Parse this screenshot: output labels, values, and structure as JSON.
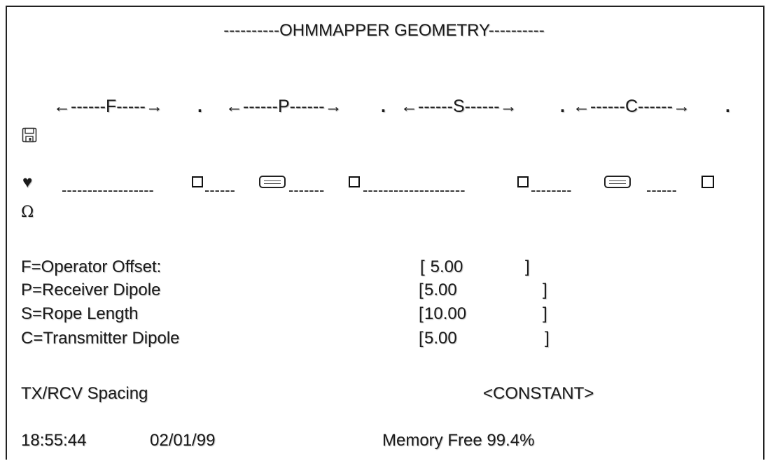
{
  "title": "----------OHMMAPPER GEOMETRY----------",
  "diagram": {
    "segments": [
      "←------F-----→",
      "←------P------→",
      "←------S------→",
      "←------C------→"
    ],
    "wires": [
      "------------------",
      "------",
      "-------",
      "--------------------",
      "--------",
      "------"
    ]
  },
  "icons": {
    "save": "floppy-disk-icon",
    "operator": "heart-icon",
    "resistance": "omega-icon",
    "operator_glyph": "♥",
    "omega_glyph": "Ω"
  },
  "params": [
    {
      "label": "F=Operator Offset:",
      "open": "[",
      "value": " 5.00",
      "close": "]"
    },
    {
      "label": "P=Receiver Dipole",
      "open": "[",
      "value": "5.00",
      "close": "]"
    },
    {
      "label": "S=Rope Length",
      "open": "[",
      "value": "10.00",
      "close": "]"
    },
    {
      "label": "C=Transmitter Dipole",
      "open": "[",
      "value": "5.00",
      "close": "]"
    }
  ],
  "spacing": {
    "label": "TX/RCV Spacing",
    "value": "<CONSTANT>"
  },
  "status": {
    "time": "18:55:44",
    "date": "02/01/99",
    "memory": "Memory Free 99.4%"
  }
}
